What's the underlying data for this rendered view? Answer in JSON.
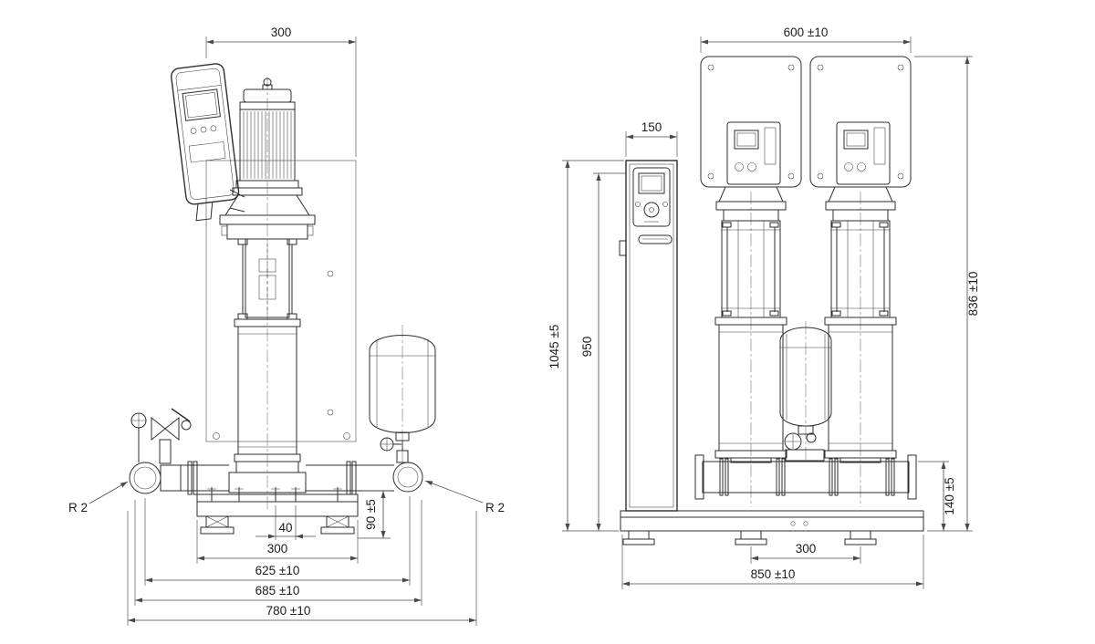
{
  "drawing": {
    "type": "booster-set-dimensional-drawing",
    "views": {
      "side": {
        "dims": {
          "top_width": "300",
          "pipe_radius_left": "R 2",
          "pipe_radius_right": "R 2",
          "anchor_offset": "40",
          "pipe_height": "90 ±5",
          "base_width": "300",
          "width_625": "625 ±10",
          "width_685": "685 ±10",
          "width_780": "780 ±10"
        }
      },
      "front": {
        "dims": {
          "plates_width": "600 ±10",
          "cabinet_width": "150",
          "height_total": "1045 ±5",
          "height_950": "950",
          "height_836": "836 ±10",
          "height_140": "140 ±5",
          "pump_spacing": "300",
          "base_width": "850 ±10"
        }
      }
    }
  }
}
